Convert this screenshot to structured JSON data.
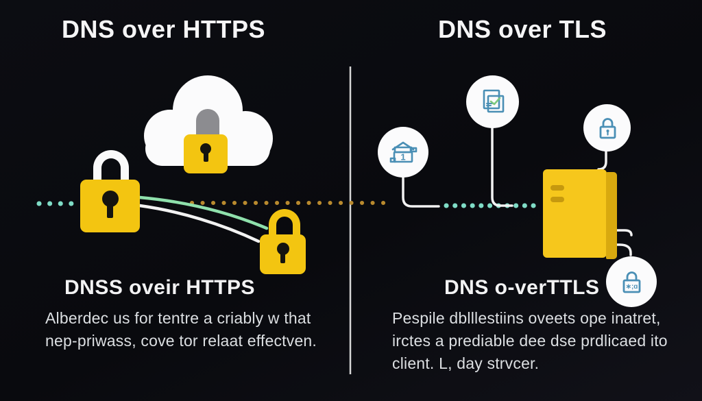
{
  "left": {
    "title": "DNS over HTTPS",
    "heading": "DNSS oveir HTTPS",
    "body": [
      "Alberdec us for tentre a criably w that",
      "nep-priwass, cove tor relaat effectven."
    ]
  },
  "right": {
    "title": "DNS over TLS",
    "heading": "DNS o-verTTLS",
    "body": [
      "Pespile dblllestiins oveets ope inatret,",
      "irctes a prediable dee dse prdlicaed ito",
      "client. L, day strvcer."
    ],
    "house_number": "1",
    "lock_glyphs": "∗;ɑ"
  },
  "colors": {
    "background": "#0A0B10",
    "accent_yellow": "#F3C511",
    "yellow_dark": "#C6990E",
    "teal_dots": "#7FDCC6",
    "orange_dots": "#B98A2E",
    "mint_line": "#8FE0AC",
    "icon_blue": "#4A8FB5",
    "check_green": "#7CC97E",
    "shackle_gray": "#8C8C90",
    "white": "#FAFAFA"
  },
  "icons": {
    "cloud": "cloud-icon",
    "cloud_lock": "padlock-icon",
    "main_lock": "padlock-icon",
    "small_lock": "padlock-icon",
    "house": "house-icon",
    "documents": "documents-icon",
    "lock_outline": "lock-icon",
    "server": "server-icon",
    "server_lock": "lock-icon"
  }
}
